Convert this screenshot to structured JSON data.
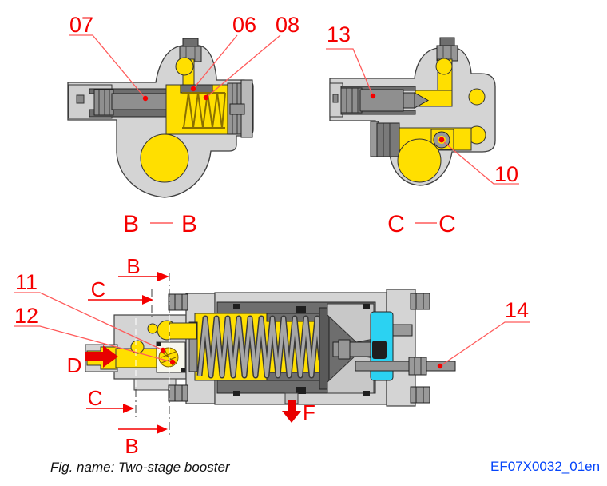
{
  "figure": {
    "caption": "Fig. name: Two-stage booster",
    "doc_id": "EF07X0032_01en"
  },
  "callouts": {
    "c06": "06",
    "c07": "07",
    "c08": "08",
    "c10": "10",
    "c11": "11",
    "c12": "12",
    "c13": "13",
    "c14": "14"
  },
  "markers": {
    "b": "B",
    "c": "C",
    "d": "D",
    "f": "F"
  },
  "colors": {
    "housing_gray": "#d4d4d4",
    "component_gray": "#969696",
    "dark_gray": "#6e6e6e",
    "hydraulic_yellow": "#ffdf00",
    "pneumatic_cyan": "#2bd2f2",
    "annotation_red": "#f50000",
    "doc_id_blue": "#0545fa"
  }
}
